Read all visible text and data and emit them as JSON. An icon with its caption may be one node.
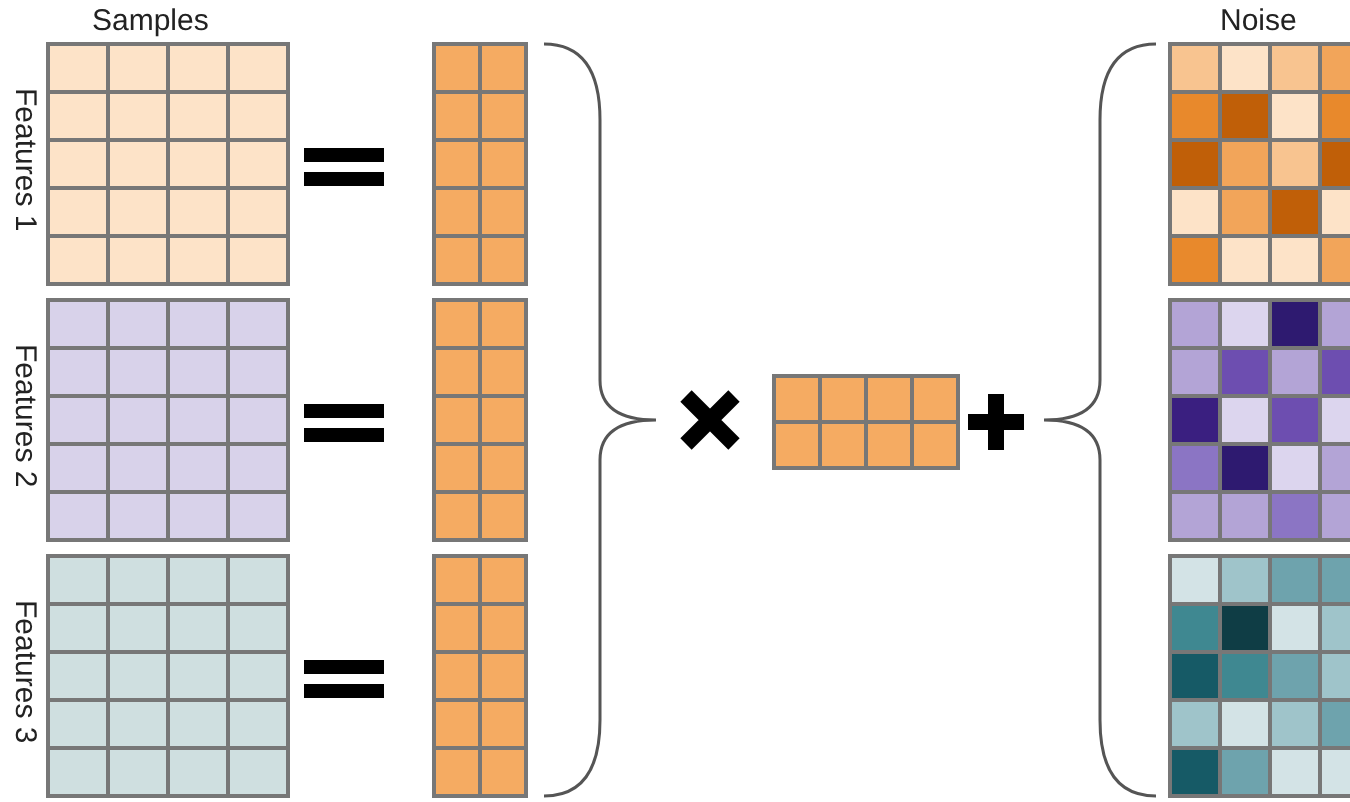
{
  "diagram": {
    "labels": [
      "Samples",
      "Features 1",
      "Features 2",
      "Features 3",
      "Noise"
    ]
  }
}
